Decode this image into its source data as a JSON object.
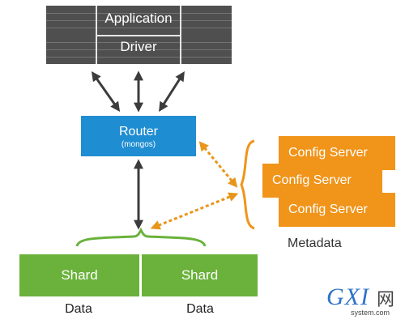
{
  "application": {
    "title": "Application",
    "driver": "Driver"
  },
  "router": {
    "title": "Router",
    "subtitle": "(mongos)"
  },
  "config_servers": [
    "Config Server",
    "Config Server",
    "Config Server"
  ],
  "shards": [
    "Shard",
    "Shard"
  ],
  "data_labels": [
    "Data",
    "Data"
  ],
  "metadata_label": "Metadata",
  "watermark": {
    "brand": "GXI",
    "brand_suffix": "网",
    "site": "system.com"
  },
  "colors": {
    "application": "#4f4f4f",
    "router": "#1f8dd1",
    "config_server": "#f0941a",
    "shard": "#6ab23b",
    "arrow": "#3c3c3c",
    "dashed_arrow": "#e8961a",
    "brace_orange": "#f0941a",
    "brace_green": "#6ab23b"
  }
}
